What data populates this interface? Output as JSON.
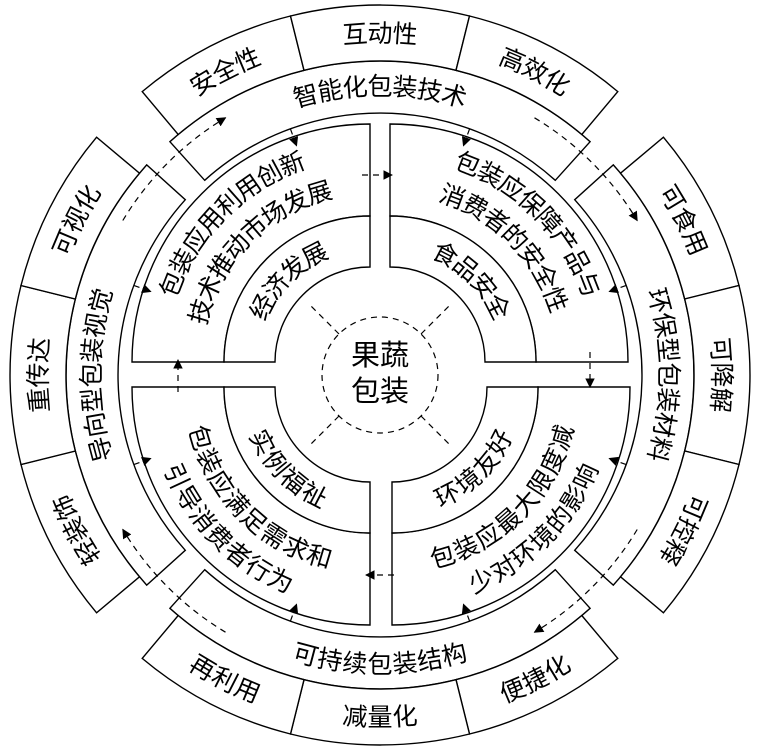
{
  "center_label": {
    "line1": "果蔬",
    "line2": "包装"
  },
  "outer_pieces": [
    {
      "band": "智能化包装技术",
      "cells": [
        "安全性",
        "互动性",
        "高效化"
      ]
    },
    {
      "band": "环保型包装材料",
      "cells": [
        "可食用",
        "可降解",
        "可控释"
      ]
    },
    {
      "band": "可持续包装结构",
      "cells": [
        "再利用",
        "减量化",
        "便捷化"
      ]
    },
    {
      "band": "导向型包装视觉",
      "cells": [
        "轻装饰",
        "重传达",
        "可视化"
      ]
    }
  ],
  "quadrants": [
    {
      "inner": "经济发展",
      "line1": "包装应用利用创新",
      "line2": "技术推动市场发展"
    },
    {
      "inner": "食品安全",
      "line1": "包装应保障产品与",
      "line2": "消费者的安全性"
    },
    {
      "inner": "环境友好",
      "line1": "包装应最大限度减",
      "line2": "少对环境的影响"
    },
    {
      "inner": "实例福祉",
      "line1": "包装应满足需求和",
      "line2": "引导消费者行为"
    }
  ],
  "colors": {
    "stroke": "#000000",
    "background": "#ffffff"
  }
}
